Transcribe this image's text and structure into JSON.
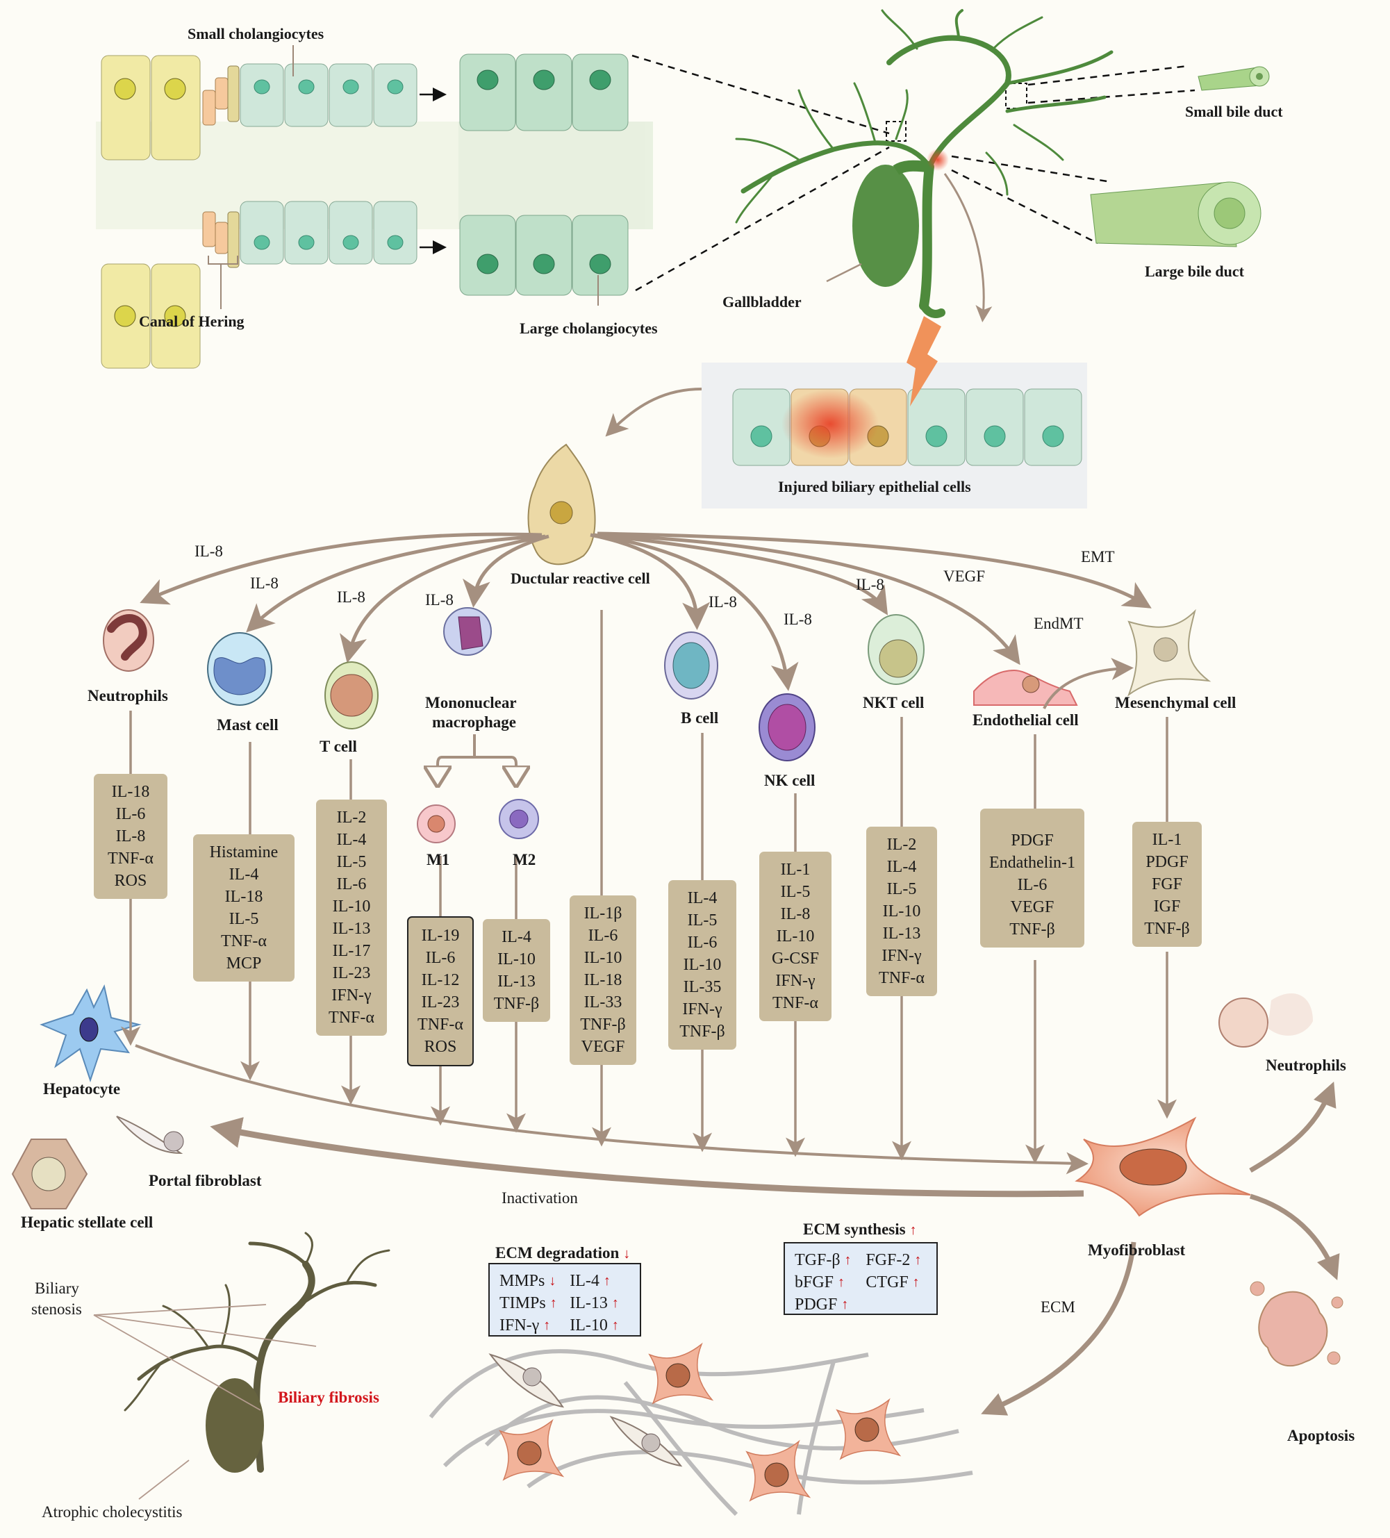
{
  "colors": {
    "background": "#fdfcf6",
    "arrow": "#a59080",
    "cytokine_box": "#c9bb9c",
    "ecm_box": "#e3ecf7",
    "accent_red": "#d2161c",
    "duct_green": "#4e8a3c",
    "fibrotic_duct": "#5f5c3f"
  },
  "top_panel": {
    "small_cholangiocytes": "Small cholangiocytes",
    "canal_of_hering": "Canal of Hering",
    "large_cholangiocytes": "Large cholangiocytes",
    "gallbladder": "Gallbladder",
    "small_bile_duct": "Small bile duct",
    "large_bile_duct": "Large bile duct",
    "injured_cells": "Injured biliary epithelial cells"
  },
  "ductular_reactive_cell": "Ductular reactive cell",
  "signals": {
    "neutrophils": "IL-8",
    "mast": "IL-8",
    "t_cell": "IL-8",
    "macrophage": "IL-8",
    "b_cell": "IL-8",
    "nk_cell": "IL-8",
    "nkt_cell": "IL-8",
    "endothelial": "VEGF",
    "mesenchymal": "EMT",
    "endmt": "EndMT"
  },
  "cells": {
    "neutrophils": {
      "label": "Neutrophils",
      "factors": [
        "IL-18",
        "IL-6",
        "IL-8",
        "TNF-α",
        "ROS"
      ]
    },
    "mast": {
      "label": "Mast cell",
      "factors": [
        "Histamine",
        "IL-4",
        "IL-18",
        "IL-5",
        "TNF-α",
        "MCP"
      ]
    },
    "t_cell": {
      "label": "T cell",
      "factors": [
        "IL-2",
        "IL-4",
        "IL-5",
        "IL-6",
        "IL-10",
        "IL-13",
        "IL-17",
        "IL-23",
        "IFN-γ",
        "TNF-α"
      ]
    },
    "macrophage": {
      "label_line1": "Mononuclear",
      "label_line2": "macrophage"
    },
    "m1": {
      "label": "M1",
      "factors": [
        "IL-19",
        "IL-6",
        "IL-12",
        "IL-23",
        "TNF-α",
        "ROS"
      ]
    },
    "m2": {
      "label": "M2",
      "factors": [
        "IL-4",
        "IL-10",
        "IL-13",
        "TNF-β"
      ]
    },
    "ductular": {
      "factors": [
        "IL-1β",
        "IL-6",
        "IL-10",
        "IL-18",
        "IL-33",
        "TNF-β",
        "VEGF"
      ]
    },
    "b_cell": {
      "label": "B cell",
      "factors": [
        "IL-4",
        "IL-5",
        "IL-6",
        "IL-10",
        "IL-35",
        "IFN-γ",
        "TNF-β"
      ]
    },
    "nk_cell": {
      "label": "NK cell",
      "factors": [
        "IL-1",
        "IL-5",
        "IL-8",
        "IL-10",
        "G-CSF",
        "IFN-γ",
        "TNF-α"
      ]
    },
    "nkt_cell": {
      "label": "NKT cell",
      "factors": [
        "IL-2",
        "IL-4",
        "IL-5",
        "IL-10",
        "IL-13",
        "IFN-γ",
        "TNF-α"
      ]
    },
    "endothelial": {
      "label": "Endothelial cell",
      "factors": [
        "PDGF",
        "Endathelin-1",
        "IL-6",
        "VEGF",
        "TNF-β"
      ]
    },
    "mesenchymal": {
      "label": "Mesenchymal cell",
      "factors": [
        "IL-1",
        "PDGF",
        "FGF",
        "IGF",
        "TNF-β"
      ]
    }
  },
  "lower": {
    "hepatocyte": "Hepatocyte",
    "portal_fibroblast": "Portal fibroblast",
    "hepatic_stellate_cell": "Hepatic stellate cell",
    "inactivation": "Inactivation",
    "myofibroblast": "Myofibroblast",
    "neutrophils_out": "Neutrophils",
    "apoptosis": "Apoptosis",
    "ecm": "ECM",
    "biliary_stenosis_line1": "Biliary",
    "biliary_stenosis_line2": "stenosis",
    "biliary_fibrosis": "Biliary fibrosis",
    "atrophic_cholecystitis": "Atrophic cholecystitis"
  },
  "ecm_degradation": {
    "title": "ECM degradation",
    "title_trend": "down",
    "rows": [
      [
        {
          "name": "MMPs",
          "trend": "down"
        },
        {
          "name": "IL-4",
          "trend": "up"
        }
      ],
      [
        {
          "name": "TIMPs",
          "trend": "up"
        },
        {
          "name": "IL-13",
          "trend": "up"
        }
      ],
      [
        {
          "name": "IFN-γ",
          "trend": "up"
        },
        {
          "name": "IL-10",
          "trend": "up"
        }
      ]
    ]
  },
  "ecm_synthesis": {
    "title": "ECM synthesis",
    "title_trend": "up",
    "rows": [
      [
        {
          "name": "TGF-β",
          "trend": "up"
        },
        {
          "name": "FGF-2",
          "trend": "up"
        }
      ],
      [
        {
          "name": "bFGF",
          "trend": "up"
        },
        {
          "name": "CTGF",
          "trend": "up"
        }
      ],
      [
        {
          "name": "PDGF",
          "trend": "up"
        }
      ]
    ]
  },
  "trend_glyphs": {
    "up": "🠕",
    "down": "🠗"
  }
}
